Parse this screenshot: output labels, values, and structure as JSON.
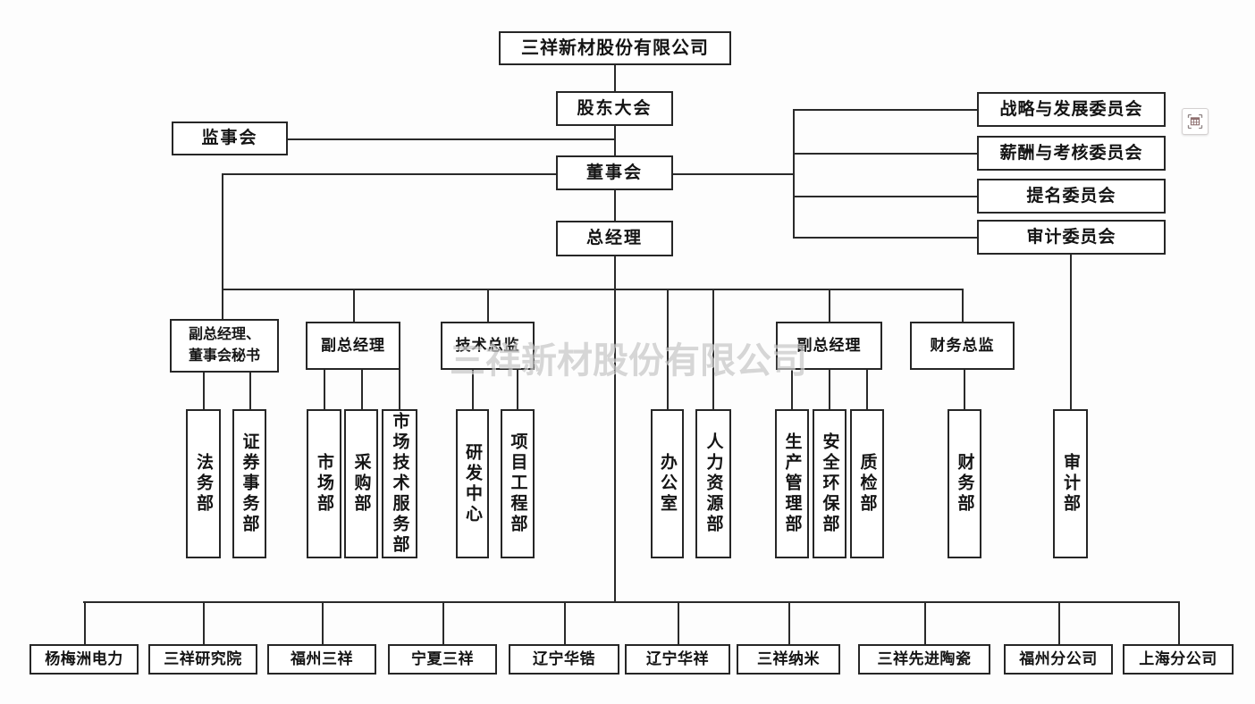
{
  "diagram": {
    "root": "三祥新材股份有限公司",
    "shareholders_meeting": "股东大会",
    "supervisory_board": "监事会",
    "board_of_directors": "董事会",
    "general_manager": "总经理",
    "board_committees": [
      "战略与发展委员会",
      "薪酬与考核委员会",
      "提名委员会",
      "审计委员会"
    ],
    "management": [
      "副总经理、董事会秘书",
      "副总经理",
      "技术总监",
      "副总经理",
      "财务总监"
    ],
    "departments": [
      "法务部",
      "证券事务部",
      "市场部",
      "采购部",
      "市场技术服务部",
      "研发中心",
      "项目工程部",
      "办公室",
      "人力资源部",
      "生产管理部",
      "安全环保部",
      "质检部",
      "财务部",
      "审计部"
    ],
    "subsidiaries": [
      "杨梅洲电力",
      "三祥研究院",
      "福州三祥",
      "宁夏三祥",
      "辽宁华锆",
      "辽宁华祥",
      "三祥纳米",
      "三祥先进陶瓷",
      "福州分公司",
      "上海分公司"
    ],
    "watermark": "三祥新材股份有限公司"
  },
  "colors": {
    "line": "#2a2a2a",
    "box_border": "#262626",
    "text": "#141414",
    "watermark": "#bdbdbd",
    "background": "#fdfdfd"
  },
  "icons": {
    "layout_button": "table-select-icon"
  }
}
